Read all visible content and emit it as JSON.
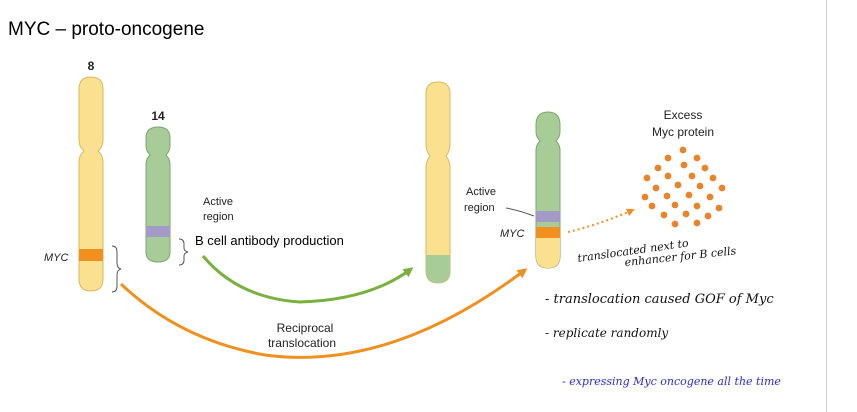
{
  "title": "MYC – proto-oncogene",
  "labels": {
    "chr8": "8",
    "chr14": "14",
    "myc_left": "MYC",
    "active_region_left_1": "Active",
    "active_region_left_2": "region",
    "b_cell_note": "B cell antibody production",
    "active_region_right_1": "Active",
    "active_region_right_2": "region",
    "myc_right": "MYC",
    "excess_1": "Excess",
    "excess_2": "Myc protein",
    "reciprocal_1": "Reciprocal",
    "reciprocal_2": "translocation"
  },
  "notes": {
    "line1": "translocated next to",
    "line2": "enhancer for B cells",
    "line3": "- translocation caused GOF of Myc",
    "line4": "- replicate randomly",
    "line5": "- expressing Myc oncogene all the time"
  },
  "colors": {
    "yellow": "#fbe08f",
    "yellow_stroke": "#d9b85c",
    "green": "#a8cc98",
    "green_stroke": "#7ea56d",
    "band_orange": "#f0901e",
    "band_purple": "#a39ac8",
    "arrow_green": "#79b13e",
    "arrow_orange": "#f0901e",
    "dot_orange": "#e8842a",
    "ink_black": "#111111",
    "ink_blue": "#2b2bd8"
  }
}
